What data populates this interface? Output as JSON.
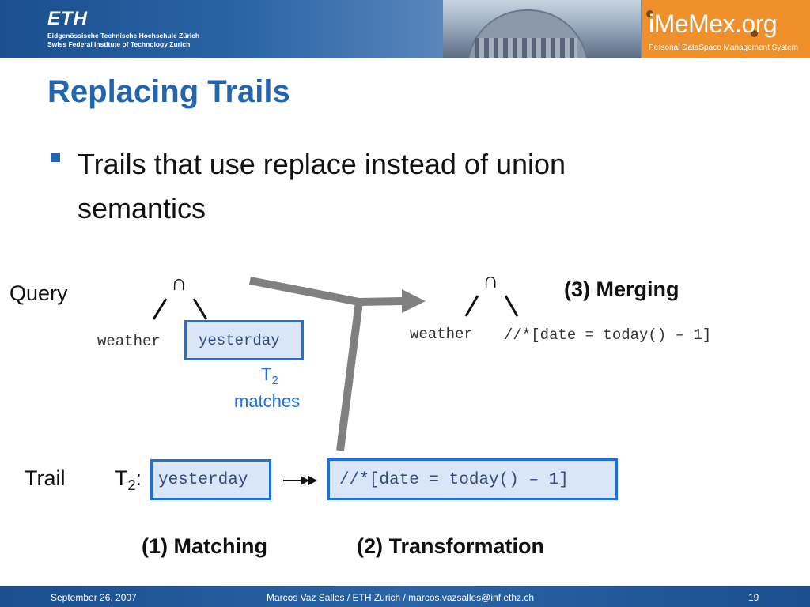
{
  "header": {
    "eth_logo": "ETH",
    "eth_line1": "Eidgenössische Technische Hochschule Zürich",
    "eth_line2": "Swiss Federal Institute of Technology Zurich",
    "brand_name": "iMeMex.org",
    "brand_tagline": "Personal DataSpace Management System"
  },
  "slide": {
    "title": "Replacing Trails",
    "bullet": "Trails that use replace instead of union semantics"
  },
  "diagram": {
    "query_label": "Query",
    "operator": "∩",
    "left_tree": {
      "left_leaf": "weather",
      "right_leaf": "yesterday"
    },
    "match_note_t": "T",
    "match_note_sub": "2",
    "match_note_word": "matches",
    "merging_label": "(3) Merging",
    "right_tree": {
      "left_leaf": "weather",
      "right_leaf": "//*[date = today() – 1]"
    },
    "trail_label": "Trail",
    "trail_name": "T",
    "trail_sub": "2",
    "trail_colon": ":",
    "trail_source": "yesterday",
    "trail_target": "//*[date = today() – 1]",
    "matching_label": "(1) Matching",
    "transformation_label": "(2) Transformation",
    "colors": {
      "box_border": "#1d6fe3",
      "box_fill": "#d9e6f8",
      "arrow": "#808080",
      "title": "#2366b0"
    }
  },
  "footer": {
    "date": "September 26, 2007",
    "author": "Marcos Vaz Salles / ETH Zurich / marcos.vazsalles@inf.ethz.ch",
    "page": "19"
  }
}
